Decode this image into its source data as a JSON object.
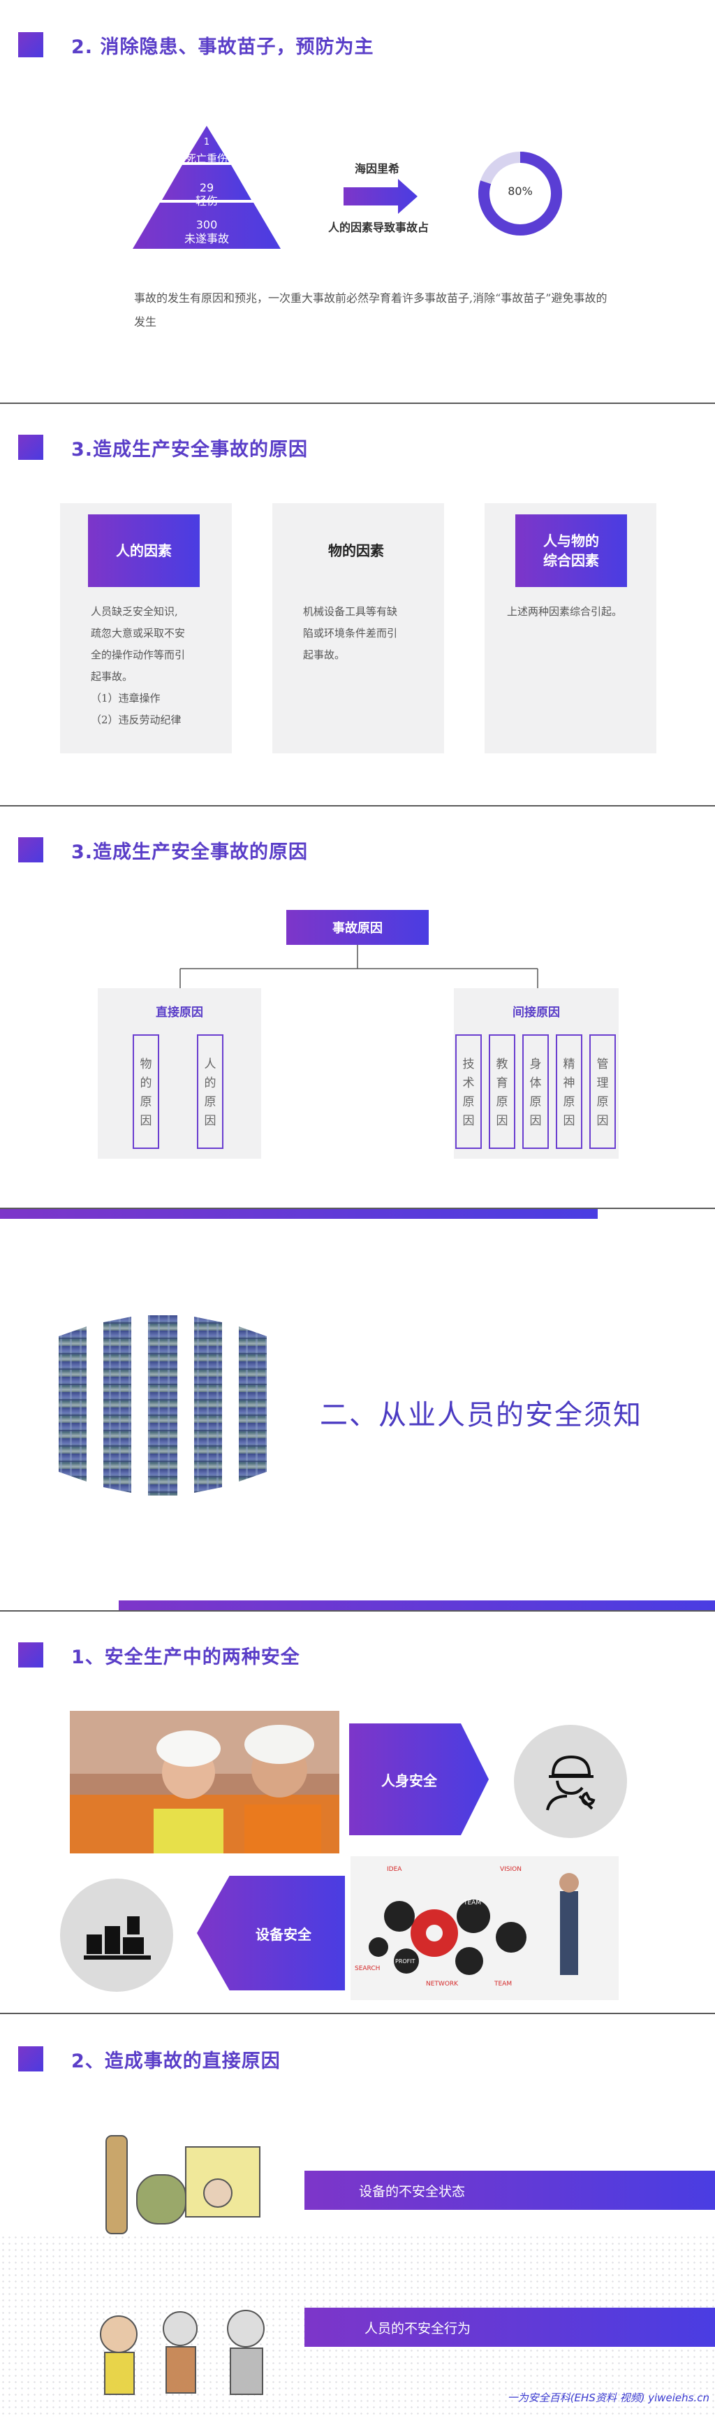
{
  "slide1": {
    "title": "2. 消除隐患、事故苗子，预防为主",
    "pyramid": {
      "top_num": "1",
      "top_label": "死亡重伤",
      "mid_num": "29",
      "mid_label": "轻伤",
      "bot_num": "300",
      "bot_label": "未遂事故"
    },
    "arrow_top": "海因里希",
    "arrow_bottom": "人的因素导致事故占",
    "donut_label": "80%",
    "donut_value": 0.8,
    "body": "事故的发生有原因和预兆，一次重大事故前必然孕育着许多事故苗子,消除“事故苗子”避免事故的发生"
  },
  "slide2": {
    "title": "3.造成生产安全事故的原因",
    "cards": [
      {
        "title": "人的因素",
        "body_lines": [
          "人员缺乏安全知识,",
          "疏忽大意或采取不安",
          "全的操作动作等而引",
          "起事故。",
          "（1）违章操作",
          "（2）违反劳动纪律"
        ]
      },
      {
        "title": "物的因素",
        "body_lines": [
          "机械设备工具等有缺",
          "陷或环境条件差而引",
          "起事故。"
        ]
      },
      {
        "title_line1": "人与物的",
        "title_line2": "综合因素",
        "body_lines": [
          "上述两种因素综合引起。"
        ]
      }
    ]
  },
  "slide3": {
    "title": "3.造成生产安全事故的原因",
    "root": "事故原因",
    "direct": {
      "title": "直接原因",
      "items": [
        "物的原因",
        "人的原因"
      ]
    },
    "indirect": {
      "title": "间接原因",
      "items": [
        "技术原因",
        "教育原因",
        "身体原因",
        "精神原因",
        "管理原因"
      ]
    }
  },
  "slide4": {
    "title": "二、从业人员的安全须知"
  },
  "slide5": {
    "title": "1、安全生产中的两种安全",
    "personal": "人身安全",
    "equipment": "设备安全",
    "gear_labels": [
      "IDEA",
      "TEAM",
      "NETWORK",
      "TEAM",
      "VISION",
      "PROFIT",
      "SEARCH"
    ]
  },
  "slide6": {
    "title": "2、造成事故的直接原因",
    "bar1": "设备的不安全状态",
    "bar2": "人员的不安全行为",
    "footer": "一为安全百科(EHS资料 视频) yiweiehs.cn"
  },
  "colors": {
    "accent_purple": "#7b36c9",
    "accent_blue": "#4a3de2",
    "title_text": "#5a3ec8",
    "card_bg": "#f1f1f2"
  }
}
